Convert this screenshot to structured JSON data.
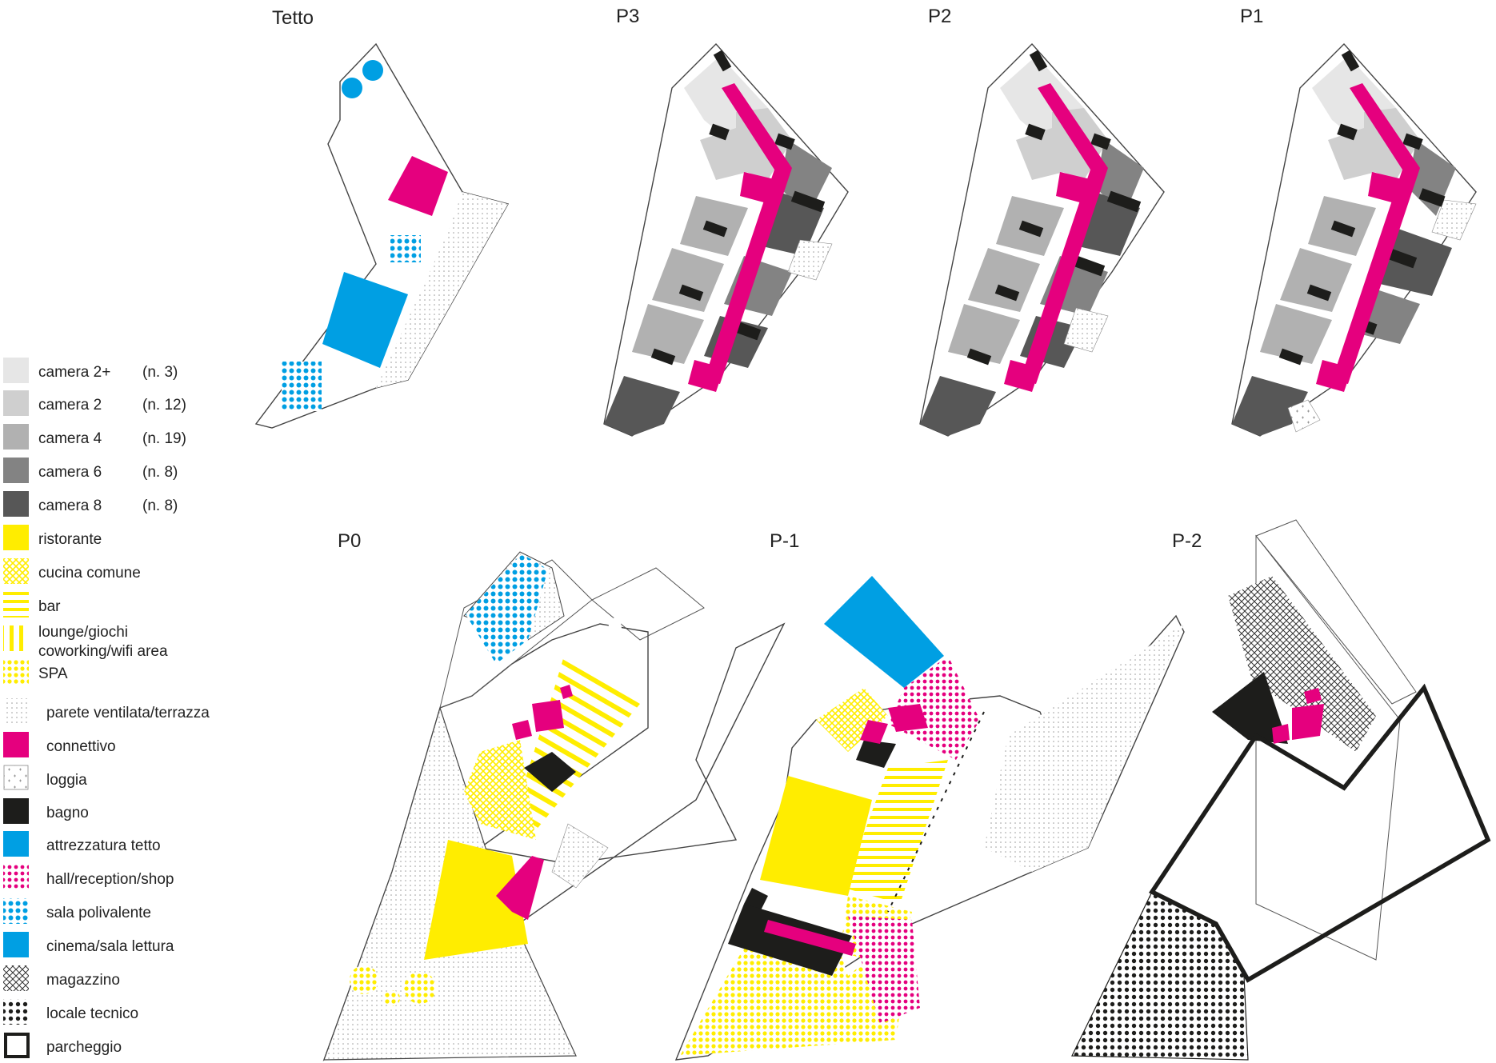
{
  "colors": {
    "magenta": "#e5007e",
    "yellow": "#ffed00",
    "cyan": "#009fe3",
    "black": "#1d1d1b",
    "c2plus": "#e6e6e6",
    "c2": "#cfcfcf",
    "c4": "#b1b1b1",
    "c6": "#838383",
    "c8": "#575757"
  },
  "floors": {
    "tetto": "Tetto",
    "p3": "P3",
    "p2": "P2",
    "p1": "P1",
    "p0": "P0",
    "pm1": "P-1",
    "pm2": "P-2"
  },
  "legend": [
    {
      "label": "camera 2+",
      "count": "(n. 3)"
    },
    {
      "label": "camera 2",
      "count": "(n. 12)"
    },
    {
      "label": "camera 4",
      "count": "(n. 19)"
    },
    {
      "label": "camera 6",
      "count": "(n. 8)"
    },
    {
      "label": "camera 8",
      "count": "(n. 8)"
    },
    {
      "label": "ristorante"
    },
    {
      "label": "cucina comune"
    },
    {
      "label": "bar"
    },
    {
      "label": "lounge/giochi",
      "label2": "coworking/wifi area"
    },
    {
      "label": "SPA"
    },
    {
      "label": "parete ventilata/terrazza"
    },
    {
      "label": "connettivo"
    },
    {
      "label": "loggia"
    },
    {
      "label": "bagno"
    },
    {
      "label": "attrezzatura tetto"
    },
    {
      "label": "hall/reception/shop"
    },
    {
      "label": "sala polivalente"
    },
    {
      "label": "cinema/sala lettura"
    },
    {
      "label": "magazzino"
    },
    {
      "label": "locale tecnico"
    },
    {
      "label": "parcheggio"
    }
  ]
}
